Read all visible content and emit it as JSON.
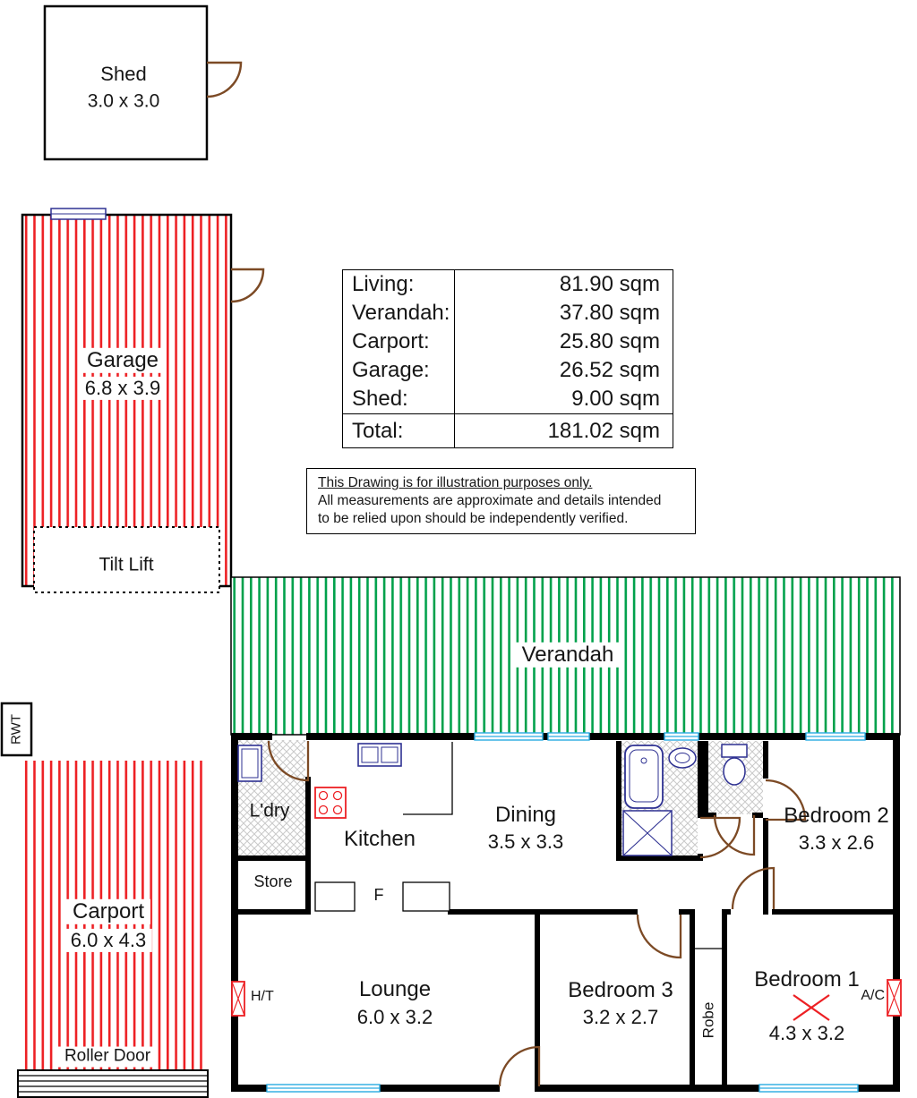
{
  "page": {
    "title": "Floor Plan"
  },
  "colors": {
    "wall": "#000000",
    "hatch_red": "#ED2024",
    "hatch_green": "#00A14B",
    "door_brown": "#7C4A25",
    "window_cyan": "#29ABE2",
    "fixture_blue": "#2E3192",
    "symbol_red": "#ED2024"
  },
  "outbuildings": {
    "shed": {
      "name": "Shed",
      "dims": "3.0 x 3.0"
    },
    "garage": {
      "name": "Garage",
      "dims": "6.8 x 3.9",
      "door": "Tilt Lift"
    },
    "carport": {
      "name": "Carport",
      "dims": "6.0 x 4.3",
      "door": "Roller Door"
    },
    "rwt": {
      "label": "RWT"
    }
  },
  "rooms": {
    "verandah": {
      "name": "Verandah"
    },
    "laundry": {
      "name": "L'dry"
    },
    "kitchen": {
      "name": "Kitchen"
    },
    "store": {
      "name": "Store"
    },
    "fridge": {
      "label": "F"
    },
    "dining": {
      "name": "Dining",
      "dims": "3.5 x 3.3"
    },
    "bedroom2": {
      "name": "Bedroom 2",
      "dims": "3.3 x 2.6"
    },
    "lounge": {
      "name": "Lounge",
      "dims": "6.0 x 3.2"
    },
    "bedroom3": {
      "name": "Bedroom 3",
      "dims": "3.2 x 2.7"
    },
    "bedroom1": {
      "name": "Bedroom 1",
      "dims": "4.3 x 3.2"
    },
    "robe": {
      "name": "Robe"
    }
  },
  "fixtures": {
    "hot_water": {
      "label": "H/T"
    },
    "air_con": {
      "label": "A/C"
    }
  },
  "areas_table": {
    "rows": [
      {
        "label": "Living:",
        "value": "81.90 sqm"
      },
      {
        "label": "Verandah:",
        "value": "37.80 sqm"
      },
      {
        "label": "Carport:",
        "value": "25.80 sqm"
      },
      {
        "label": "Garage:",
        "value": "26.52 sqm"
      },
      {
        "label": "Shed:",
        "value": "9.00 sqm"
      },
      {
        "label": "Total:",
        "value": "181.02 sqm"
      }
    ]
  },
  "disclaimer": {
    "line1": "This Drawing is for illustration purposes only.",
    "line2": "All measurements are approximate and details intended",
    "line3": "to be relied upon should be independently verified."
  }
}
